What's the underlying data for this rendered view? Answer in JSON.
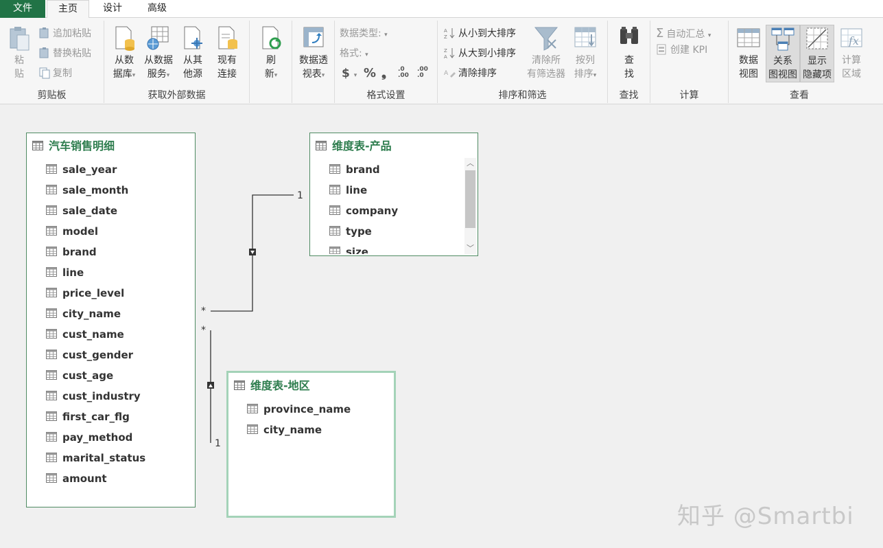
{
  "menu": {
    "file": "文件",
    "home": "主页",
    "design": "设计",
    "advanced": "高级"
  },
  "ribbon": {
    "clipboard": {
      "label": "剪贴板",
      "paste": "粘\n贴",
      "append_paste": "追加粘贴",
      "replace_paste": "替换粘贴",
      "copy": "复制"
    },
    "external": {
      "label": "获取外部数据",
      "from_db": "从数\n据库",
      "from_service": "从数据\n服务",
      "from_other": "从其\n他源",
      "existing": "现有\n连接"
    },
    "refresh": {
      "label": "刷\n新"
    },
    "pivot": {
      "label": "数据透\n视表"
    },
    "format": {
      "label": "格式设置",
      "data_type": "数据类型:",
      "format": "格式:",
      "currency": "$",
      "percent": "%",
      "comma": "❟",
      "inc_dec": ".0\n.00",
      "dec_dec": ".00\n.0"
    },
    "sort": {
      "label": "排序和筛选",
      "asc": "从小到大排序",
      "desc": "从大到小排序",
      "clear_sort": "清除排序",
      "clear_filters": "清除所\n有筛选器",
      "sort_by_col": "按列\n排序"
    },
    "find": {
      "label": "查找",
      "find": "查\n找"
    },
    "calc": {
      "label": "计算",
      "autosum": "自动汇总",
      "kpi": "创建 KPI"
    },
    "view": {
      "label": "查看",
      "data_view": "数据\n视图",
      "diagram_view": "关系\n图视图",
      "show_hidden": "显示\n隐藏项",
      "calc_area": "计算\n区域"
    }
  },
  "tables": {
    "sales": {
      "title": "汽车销售明细",
      "fields": [
        "sale_year",
        "sale_month",
        "sale_date",
        "model",
        "brand",
        "line",
        "price_level",
        "city_name",
        "cust_name",
        "cust_gender",
        "cust_age",
        "cust_industry",
        "first_car_flg",
        "pay_method",
        "marital_status",
        "amount"
      ]
    },
    "product": {
      "title": "维度表-产品",
      "fields": [
        "brand",
        "line",
        "company",
        "type",
        "size"
      ]
    },
    "region": {
      "title": "维度表-地区",
      "fields": [
        "province_name",
        "city_name"
      ]
    }
  },
  "relations": {
    "one_product": "1",
    "many_product": "*",
    "many_region": "*",
    "one_region": "1"
  },
  "watermark": "知乎 @Smartbi"
}
